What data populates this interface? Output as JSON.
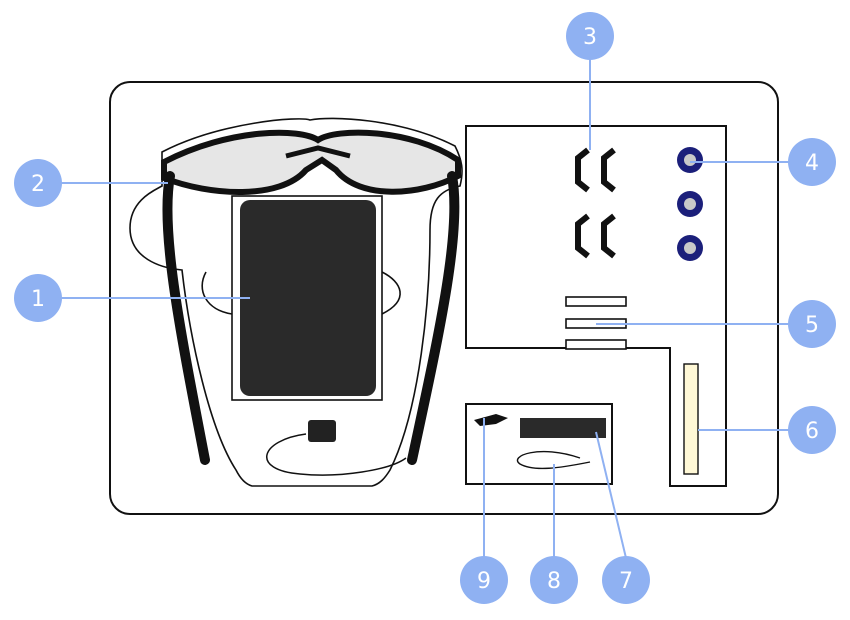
{
  "colors": {
    "callout": "#8fb1f2",
    "callout_line": "#8fb1f2",
    "outline": "#111111",
    "battery": "#2a2a2a",
    "button_ring": "#1b1f7a",
    "button_center": "#c9c9c9",
    "strip": "#fff8d6"
  },
  "icons": [
    "glasses-frame-icon",
    "battery-pack-icon",
    "nose-pad-icon",
    "button-cap-icon",
    "slot-icon",
    "strip-icon",
    "clip-icon",
    "cable-icon",
    "card-icon"
  ],
  "callouts": [
    {
      "id": "battery",
      "number": "1"
    },
    {
      "id": "glasses",
      "number": "2"
    },
    {
      "id": "nose-pads",
      "number": "3"
    },
    {
      "id": "buttons",
      "number": "4"
    },
    {
      "id": "slots",
      "number": "5"
    },
    {
      "id": "strip",
      "number": "6"
    },
    {
      "id": "card",
      "number": "7"
    },
    {
      "id": "cable",
      "number": "8"
    },
    {
      "id": "clip",
      "number": "9"
    }
  ]
}
